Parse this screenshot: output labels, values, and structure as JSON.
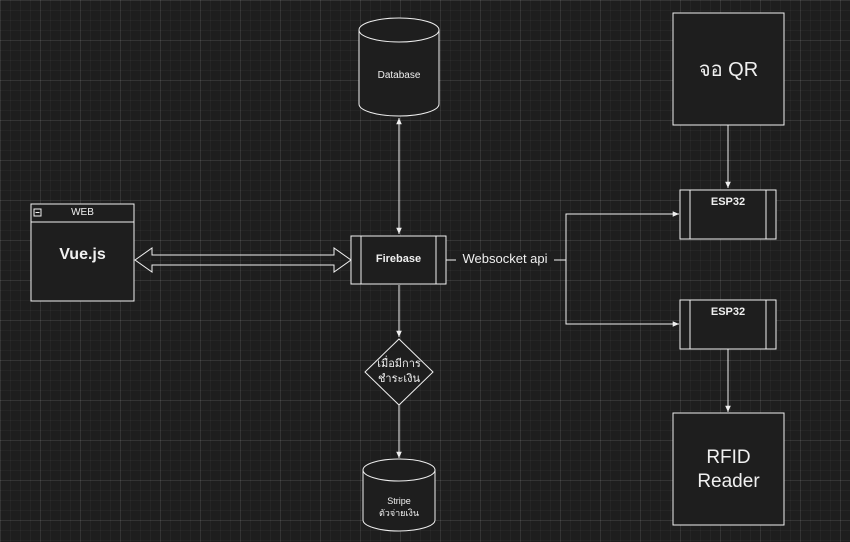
{
  "nodes": {
    "database": "Database",
    "web_header": "WEB",
    "vuejs": "Vue.js",
    "firebase": "Firebase",
    "decision_line1": "เมื่อมีการ",
    "decision_line2": "ชำระเงิน",
    "stripe_line1": "Stripe",
    "stripe_line2": "ตัวจ่ายเงิน",
    "qr_screen": "จอ QR",
    "esp32_top": "ESP32",
    "esp32_bottom": "ESP32",
    "rfid_line1": "RFID",
    "rfid_line2": "Reader"
  },
  "edges": {
    "websocket_label": "Websocket api"
  },
  "colors": {
    "background": "#1e1e1e",
    "stroke": "#f0f0f0",
    "fill": "#1e1e1e",
    "text": "#f0f0f0"
  }
}
